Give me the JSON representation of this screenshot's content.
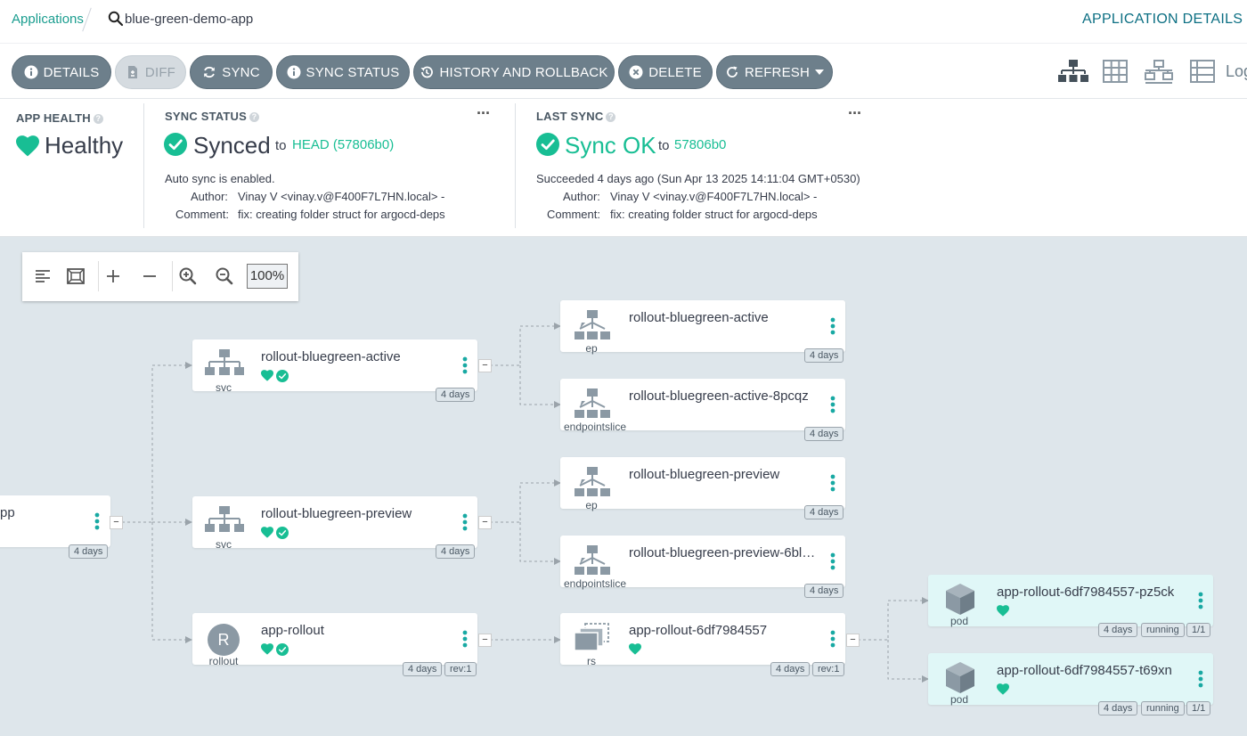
{
  "breadcrumb": {
    "applications": "Applications",
    "current": "blue-green-demo-app"
  },
  "header": {
    "right_title": "APPLICATION DETAILS T"
  },
  "toolbar": {
    "details": "DETAILS",
    "diff": "DIFF",
    "sync": "SYNC",
    "sync_status": "SYNC STATUS",
    "history": "HISTORY AND ROLLBACK",
    "delete": "DELETE",
    "refresh": "REFRESH",
    "log_partial": "Log"
  },
  "app_health": {
    "label": "APP HEALTH",
    "value": "Healthy"
  },
  "sync_status": {
    "label": "SYNC STATUS",
    "value": "Synced",
    "to_text": "to",
    "revision": "HEAD (57806b0)",
    "auto_sync": "Auto sync is enabled.",
    "author_label": "Author:",
    "author": "Vinay V <vinay.v@F400F7L7HN.local> -",
    "comment_label": "Comment:",
    "comment": "fix: creating folder struct for argocd-deps"
  },
  "last_sync": {
    "label": "LAST SYNC",
    "value": "Sync OK",
    "to_text": "to",
    "revision": "57806b0",
    "succeeded": "Succeeded 4 days ago (Sun Apr 13 2025 14:11:04 GMT+0530)",
    "author_label": "Author:",
    "author": "Vinay V <vinay.v@F400F7L7HN.local> -",
    "comment_label": "Comment:",
    "comment": "fix: creating folder struct for argocd-deps"
  },
  "graph_tools": {
    "zoom": "100%"
  },
  "nodes": {
    "app": {
      "name": "pp",
      "age": "4 days"
    },
    "svc_active": {
      "name": "rollout-bluegreen-active",
      "kind": "svc",
      "age": "4 days"
    },
    "svc_preview": {
      "name": "rollout-bluegreen-preview",
      "kind": "svc",
      "age": "4 days"
    },
    "rollout": {
      "name": "app-rollout",
      "kind": "rollout",
      "letter": "R",
      "age": "4 days",
      "rev": "rev:1"
    },
    "ep_active": {
      "name": "rollout-bluegreen-active",
      "kind": "ep",
      "age": "4 days"
    },
    "eps_active": {
      "name": "rollout-bluegreen-active-8pcqz",
      "kind": "endpointslice",
      "age": "4 days"
    },
    "ep_preview": {
      "name": "rollout-bluegreen-preview",
      "kind": "ep",
      "age": "4 days"
    },
    "eps_preview": {
      "name": "rollout-bluegreen-preview-6bl…",
      "kind": "endpointslice",
      "age": "4 days"
    },
    "rs": {
      "name": "app-rollout-6df7984557",
      "kind": "rs",
      "age": "4 days",
      "rev": "rev:1"
    },
    "pod1": {
      "name": "app-rollout-6df7984557-pz5ck",
      "kind": "pod",
      "age": "4 days",
      "status": "running",
      "ready": "1/1"
    },
    "pod2": {
      "name": "app-rollout-6df7984557-t69xn",
      "kind": "pod",
      "age": "4 days",
      "status": "running",
      "ready": "1/1"
    }
  },
  "colors": {
    "accent": "#18be94",
    "button": "#6d7f8b",
    "graph_bg": "#dee6eb",
    "pod_bg": "#e0f7f7"
  }
}
